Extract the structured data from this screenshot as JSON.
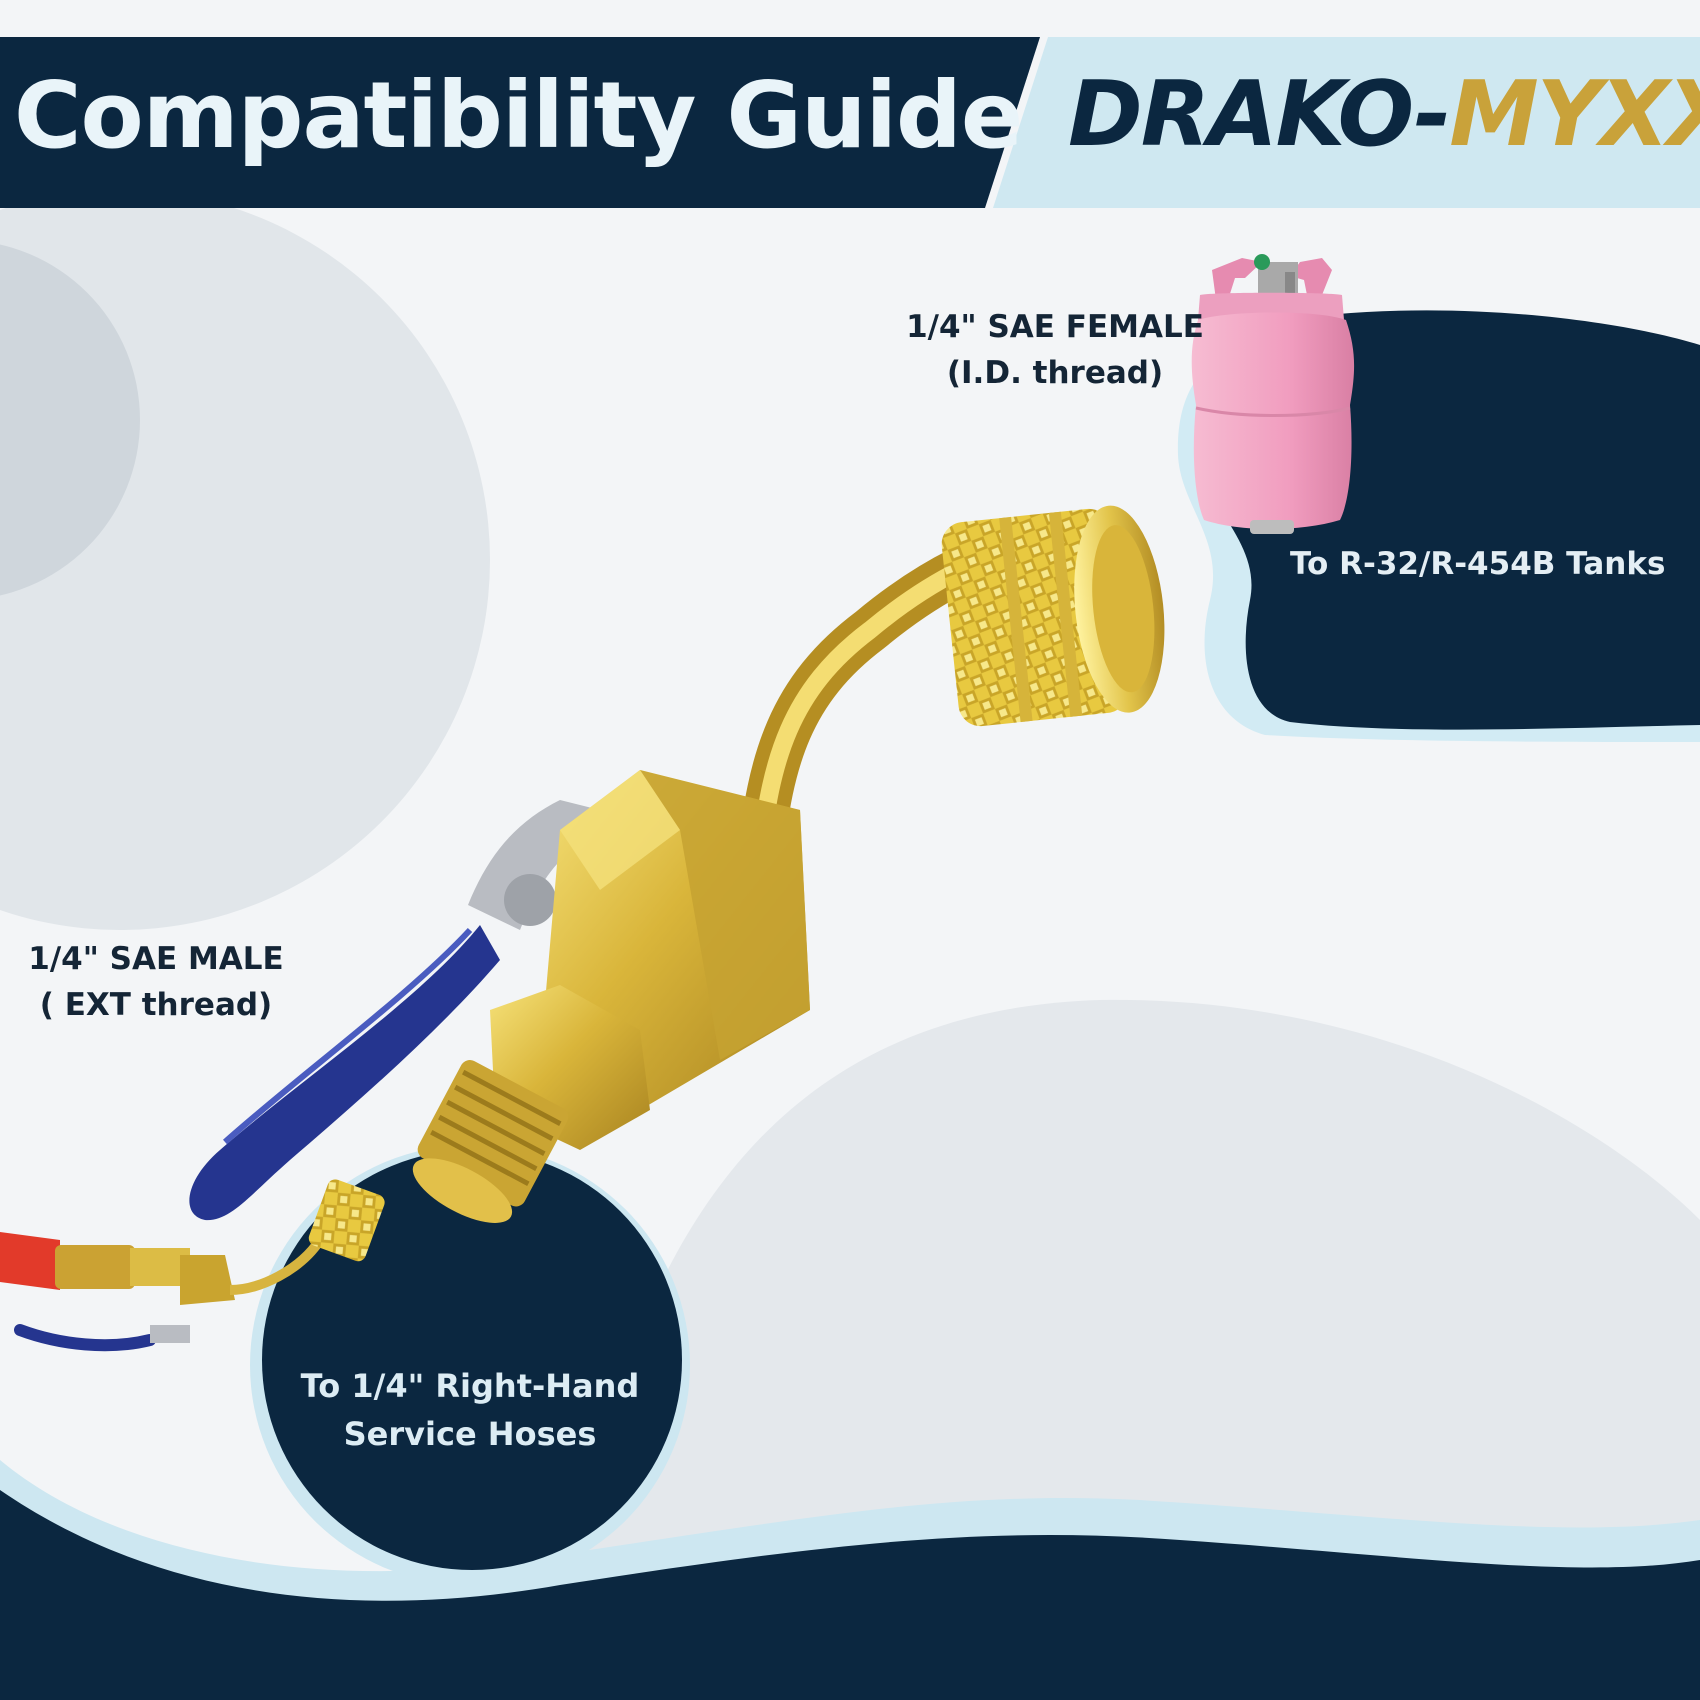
{
  "header": {
    "title": "Compatibility Guide",
    "brand_part1": "DRAKO-",
    "brand_part2": "MYXX",
    "colors": {
      "navy": "#0b2740",
      "light_blue": "#cfe8f1",
      "gold": "#c9a23a"
    }
  },
  "labels": {
    "female_line1": "1/4\" SAE FEMALE",
    "female_line2": "(I.D. thread)",
    "male_line1": "1/4\" SAE MALE",
    "male_line2": "( EXT thread)",
    "tanks": "To R-32/R-454B Tanks",
    "hoses_line1": "To 1/4\" Right-Hand",
    "hoses_line2": "Service Hoses"
  },
  "product": {
    "name": "brass ball valve adapter",
    "colors": {
      "brass": "#d9b53a",
      "handle": "#2b3a9a",
      "tank": "#f2a7c4",
      "hose": "#e23a2a"
    }
  }
}
